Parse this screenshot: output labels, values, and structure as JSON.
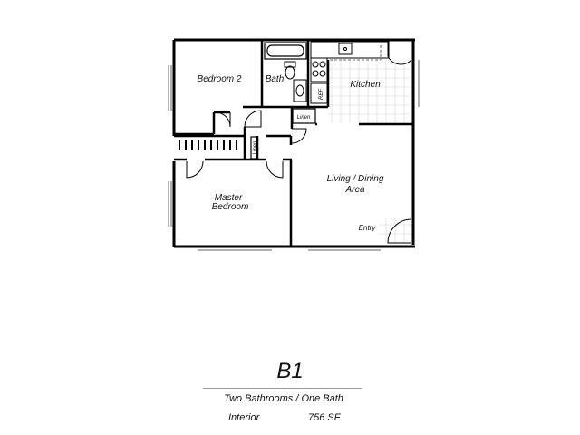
{
  "rooms": {
    "bedroom2": "Bedroom 2",
    "bath": "Bath",
    "kitchen": "Kitchen",
    "linen1": "Linen",
    "linen2": "Linen",
    "ref": "REF",
    "living_line1": "Living / Dining",
    "living_line2": "Area",
    "master_line1": "Master",
    "master_line2": "Bedroom",
    "entry": "Entry"
  },
  "unit": {
    "name": "B1",
    "description": "Two Bathrooms / One Bath",
    "area_label": "Interior",
    "area_value": "756 SF"
  }
}
